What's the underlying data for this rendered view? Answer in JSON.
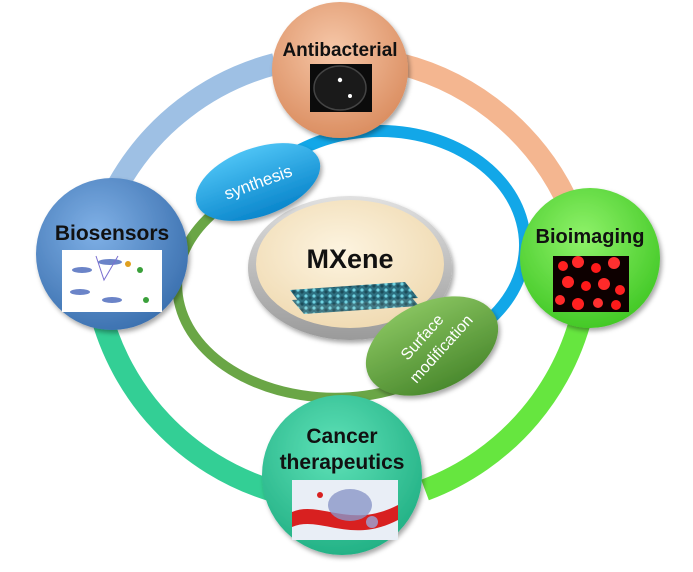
{
  "center": {
    "title": "MXene"
  },
  "pills": {
    "synthesis": "synthesis",
    "surface_line1": "Surface",
    "surface_line2": "modification"
  },
  "nodes": {
    "antibacterial": "Antibacterial",
    "bioimaging": "Bioimaging",
    "biosensors": "Biosensors",
    "cancer_line1": "Cancer",
    "cancer_line2": "therapeutics"
  },
  "colors": {
    "antibacterial": "#e8a07a",
    "bioimaging": "#55e03a",
    "biosensors": "#4f86c6",
    "cancer": "#2fc99a",
    "synthesis": "#1aa0e6",
    "surface": "#5fa040",
    "center": "#f7e7c6"
  }
}
